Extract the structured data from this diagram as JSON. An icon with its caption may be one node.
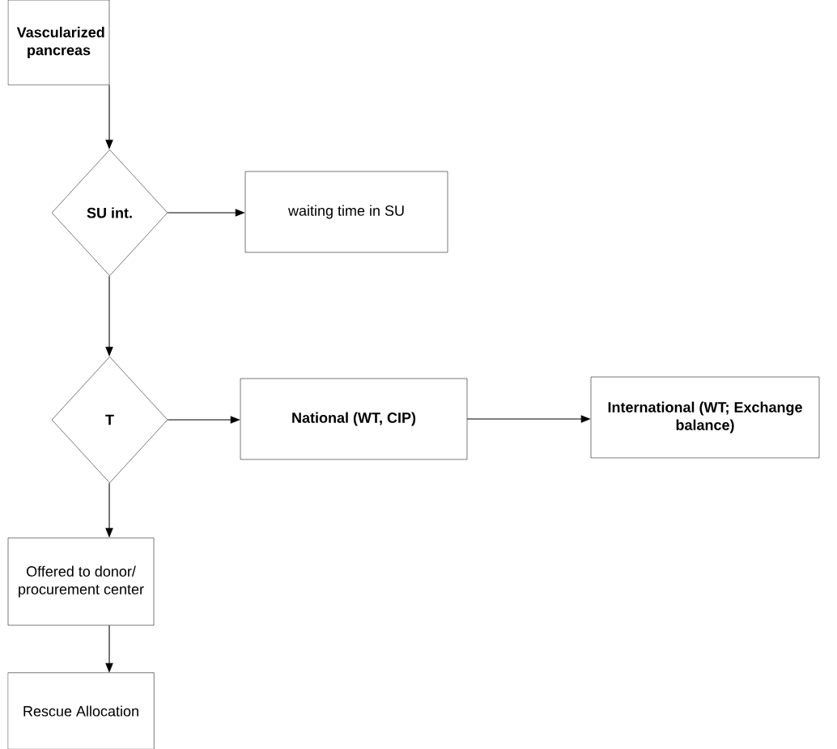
{
  "diagram": {
    "nodes": [
      {
        "text": [
          "Vascularized pancreas"
        ]
      },
      {
        "text": [
          "SU int."
        ]
      },
      {
        "text": [
          "waiting time in SU"
        ]
      },
      {
        "text": [
          "T"
        ]
      },
      {
        "text": [
          "National (WT, CIP)"
        ]
      },
      {
        "text": [
          "International (WT; Exchange balance)"
        ]
      },
      {
        "text": [
          "Offered to donor/ procurement center"
        ]
      },
      {
        "text": [
          "Rescue Allocation"
        ]
      }
    ],
    "edges": [
      {
        "from": 0,
        "to": 1,
        "arrow": "to"
      },
      {
        "from": 1,
        "to": 2,
        "arrow": "to"
      },
      {
        "from": 1,
        "to": 3,
        "arrow": "to"
      },
      {
        "from": 3,
        "to": 4,
        "arrow": "to"
      },
      {
        "from": 4,
        "to": 5,
        "arrow": "to"
      },
      {
        "from": 3,
        "to": 6,
        "arrow": "to"
      },
      {
        "from": 6,
        "to": 7,
        "arrow": "to"
      }
    ]
  }
}
